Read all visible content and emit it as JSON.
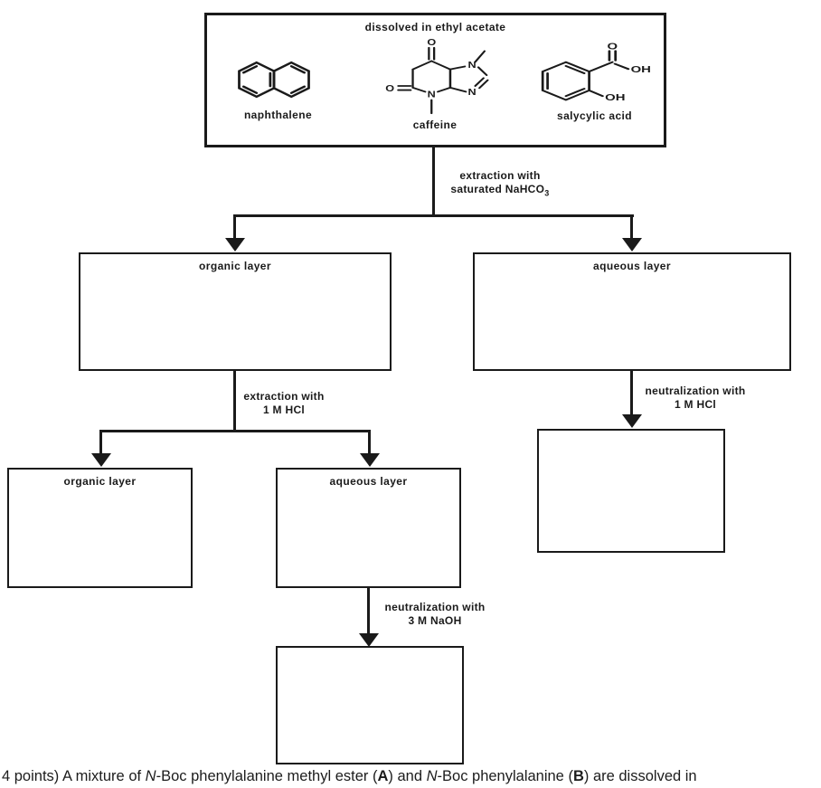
{
  "mixture_box": {
    "title": "dissolved in ethyl acetate",
    "compounds": [
      {
        "name": "naphthalene"
      },
      {
        "name": "caffeine"
      },
      {
        "name": "salycylic acid"
      }
    ]
  },
  "steps": {
    "extraction_nahco3": {
      "line1": "extraction with",
      "line2": "saturated NaHCO",
      "line2_subscript": "3"
    },
    "extraction_hcl": {
      "line1": "extraction with",
      "line2": "1 M HCl"
    },
    "neutralization_naoh": {
      "line1": "neutralization with",
      "line2": "3 M NaOH"
    },
    "neutralization_hcl": {
      "line1": "neutralization with",
      "line2": "1 M HCl"
    }
  },
  "boxes": {
    "organic_layer_1": "organic layer",
    "aqueous_layer_1": "aqueous layer",
    "organic_layer_2": "organic layer",
    "aqueous_layer_2": "aqueous layer",
    "result_after_naoh": "",
    "result_after_hcl": ""
  },
  "caption_parts": [
    {
      "text": "4 points) A mixture of ",
      "style": "normal"
    },
    {
      "text": "N",
      "style": "italic"
    },
    {
      "text": "-Boc phenylalanine methyl ester (",
      "style": "normal"
    },
    {
      "text": "A",
      "style": "bold"
    },
    {
      "text": ") and ",
      "style": "normal"
    },
    {
      "text": "N",
      "style": "italic"
    },
    {
      "text": "-Boc phenylalanine (",
      "style": "normal"
    },
    {
      "text": "B",
      "style": "bold"
    },
    {
      "text": ") are dissolved in",
      "style": "normal"
    }
  ],
  "colors": {
    "ink": "#1a1a1a",
    "background": "#ffffff"
  }
}
